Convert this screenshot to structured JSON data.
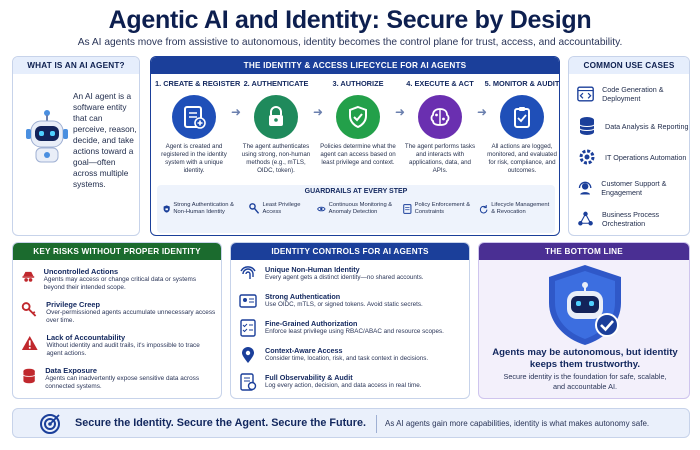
{
  "header": {
    "title": "Agentic AI and Identity: Secure by Design",
    "subtitle": "As AI agents move from assistive to autonomous, identity becomes the control plane for trust, access, and accountability."
  },
  "what": {
    "heading": "WHAT IS AN AI AGENT?",
    "body": "An AI agent is a software entity that can perceive, reason, decide, and take actions toward a goal—often across multiple systems.",
    "icon": "robot-icon"
  },
  "lifecycle": {
    "heading": "THE IDENTITY & ACCESS LIFECYCLE FOR AI AGENTS",
    "steps": [
      {
        "title": "1. CREATE & REGISTER",
        "desc": "Agent is created and registered in the identity system with a unique identity.",
        "icon": "id-card-icon",
        "color": "#1f4fb8"
      },
      {
        "title": "2. AUTHENTICATE",
        "desc": "The agent authenticates using strong, non-human methods (e.g., mTLS, OIDC, token).",
        "icon": "lock-icon",
        "color": "#1f8a5c"
      },
      {
        "title": "3. AUTHORIZE",
        "desc": "Policies determine what the agent can access based on least privilege and context.",
        "icon": "shield-check-icon",
        "color": "#23a04a"
      },
      {
        "title": "4. EXECUTE & ACT",
        "desc": "The agent performs tasks and interacts with applications, data, and APIs.",
        "icon": "brain-icon",
        "color": "#6a2fb0"
      },
      {
        "title": "5. MONITOR & AUDIT",
        "desc": "All actions are logged, monitored, and evaluated for risk, compliance, and outcomes.",
        "icon": "clipboard-icon",
        "color": "#1f4fb8"
      }
    ],
    "guardrails_title": "GUARDRAILS AT EVERY STEP",
    "guardrails": [
      {
        "label": "Strong Authentication & Non-Human Identity",
        "icon": "shield-lock-icon"
      },
      {
        "label": "Least Privilege Access",
        "icon": "key-icon"
      },
      {
        "label": "Continuous Monitoring & Anomaly Detection",
        "icon": "eye-icon"
      },
      {
        "label": "Policy Enforcement & Constraints",
        "icon": "policy-icon"
      },
      {
        "label": "Lifecycle Management & Revocation",
        "icon": "refresh-icon"
      }
    ]
  },
  "use_cases": {
    "heading": "COMMON USE CASES",
    "items": [
      {
        "label": "Code Generation & Deployment",
        "icon": "code-window-icon"
      },
      {
        "label": "Data Analysis & Reporting",
        "icon": "database-icon"
      },
      {
        "label": "IT Operations Automation",
        "icon": "gear-icon"
      },
      {
        "label": "Customer Support & Engagement",
        "icon": "headset-icon"
      },
      {
        "label": "Business Process Orchestration",
        "icon": "network-icon"
      }
    ]
  },
  "risks": {
    "heading": "KEY RISKS WITHOUT PROPER IDENTITY CONTROLS",
    "items": [
      {
        "title": "Uncontrolled Actions",
        "desc": "Agents may access or change critical data or systems beyond their intended scope.",
        "icon": "spy-icon"
      },
      {
        "title": "Privilege Creep",
        "desc": "Over-permissioned agents accumulate unnecessary access over time.",
        "icon": "key-icon"
      },
      {
        "title": "Lack of Accountability",
        "desc": "Without identity and audit trails, it's impossible to trace agent actions.",
        "icon": "warning-icon"
      },
      {
        "title": "Data Exposure",
        "desc": "Agents can inadvertently expose sensitive data across connected systems.",
        "icon": "database-icon"
      }
    ]
  },
  "controls": {
    "heading": "IDENTITY CONTROLS FOR AI AGENTS",
    "items": [
      {
        "title": "Unique Non-Human Identity",
        "desc": "Every agent gets a distinct identity—no shared accounts.",
        "icon": "fingerprint-icon"
      },
      {
        "title": "Strong Authentication",
        "desc": "Use OIDC, mTLS, or signed tokens. Avoid static secrets.",
        "icon": "id-badge-icon"
      },
      {
        "title": "Fine-Grained Authorization",
        "desc": "Enforce least privilege using RBAC/ABAC and resource scopes.",
        "icon": "checklist-icon"
      },
      {
        "title": "Context-Aware Access",
        "desc": "Consider time, location, risk, and task context in decisions.",
        "icon": "location-icon"
      },
      {
        "title": "Full Observability & Audit",
        "desc": "Log every action, decision, and data access in real time.",
        "icon": "log-icon"
      }
    ]
  },
  "bottom_line": {
    "heading": "THE BOTTOM LINE",
    "main": "Agents may be autonomous, but identity keeps them trustworthy.",
    "sub": "Secure identity is the foundation for safe, scalable, and accountable AI.",
    "icon": "robot-shield-icon"
  },
  "footer": {
    "main": "Secure the Identity. Secure the Agent. Secure the Future.",
    "sub": "As AI agents gain more capabilities, identity is what makes autonomy safe.",
    "icon": "target-icon"
  },
  "colors": {
    "navy": "#0d1f4f",
    "blue": "#1b3f9a",
    "green": "#1b6b2e",
    "purple": "#4a2f93",
    "risk_red": "#c0282d"
  }
}
